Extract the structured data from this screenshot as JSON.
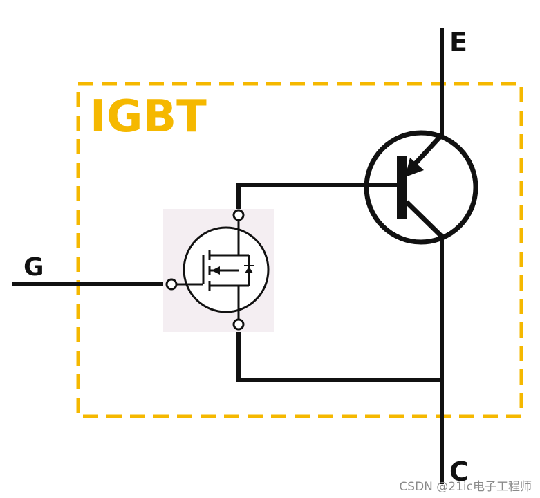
{
  "diagram": {
    "title": "IGBT",
    "terminals": {
      "gate": "G",
      "emitter": "E",
      "collector": "C"
    },
    "colors": {
      "wire": "#111111",
      "igbt_box": "#f5b800",
      "mosfet_bg": "#f4eef2"
    }
  },
  "watermark": "CSDN @21ic电子工程师"
}
